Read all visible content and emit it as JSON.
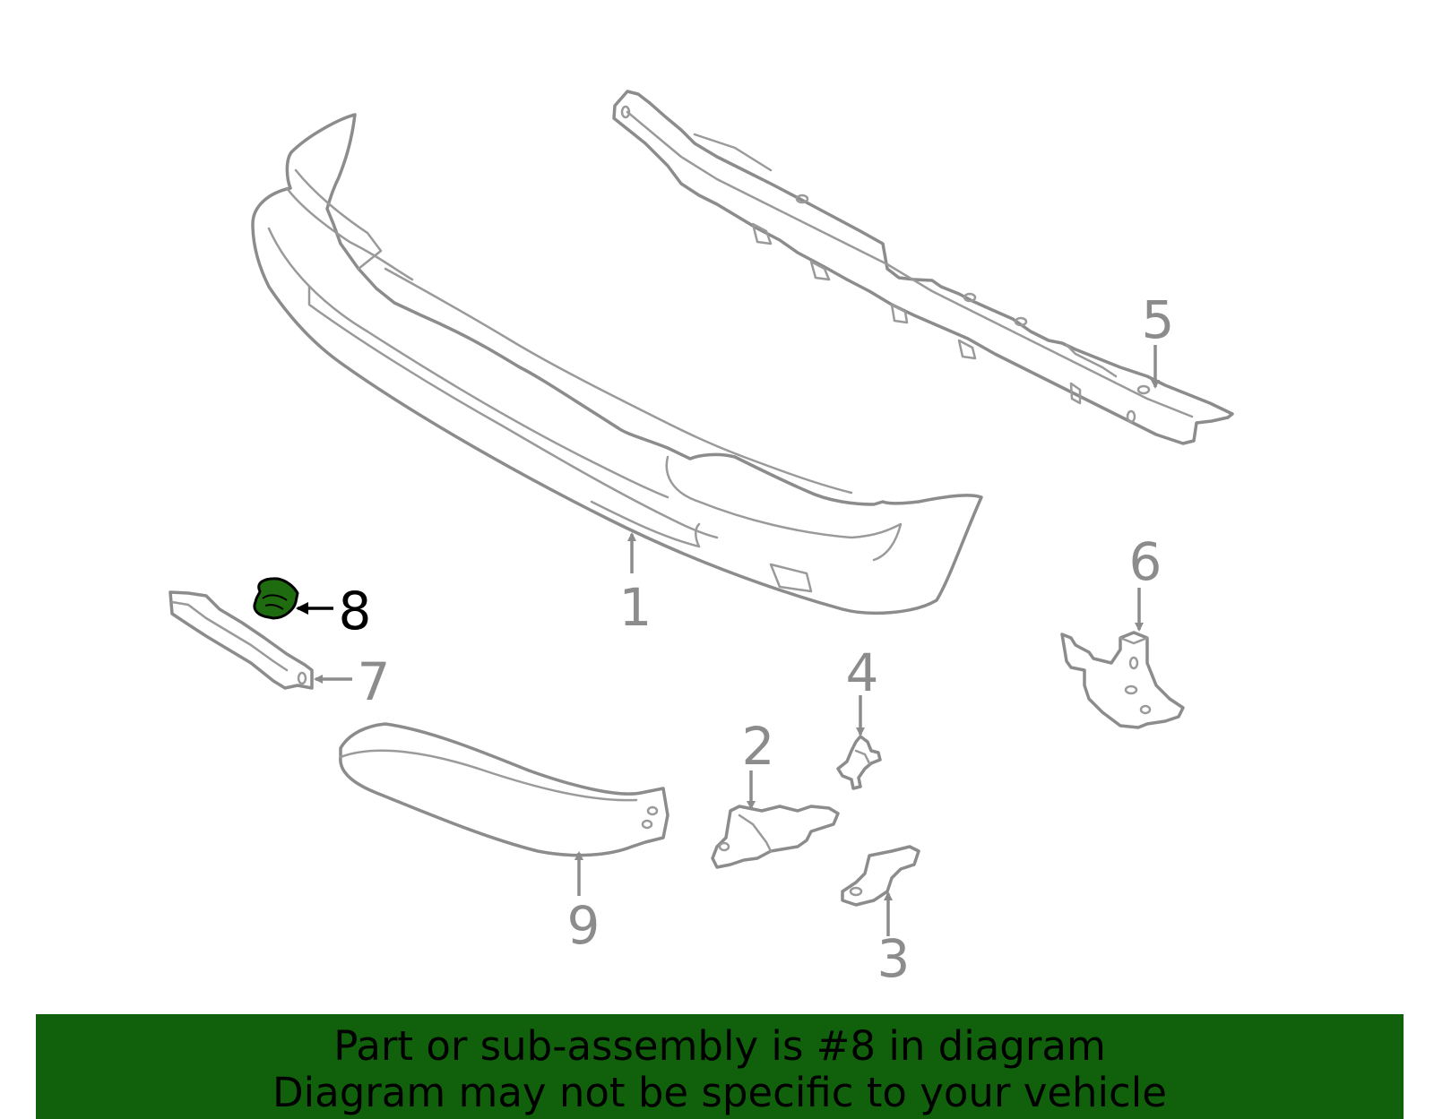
{
  "callouts": [
    "1",
    "2",
    "3",
    "4",
    "5",
    "6",
    "7",
    "8",
    "9"
  ],
  "highlighted_part": "8",
  "colors": {
    "banner": "#11600b",
    "highlight": "#1f6b10",
    "line": "#8c8c8c"
  },
  "banner": {
    "line1": "Part or sub-assembly is #8 in diagram",
    "line2": "Diagram may not be specific to your vehicle"
  }
}
